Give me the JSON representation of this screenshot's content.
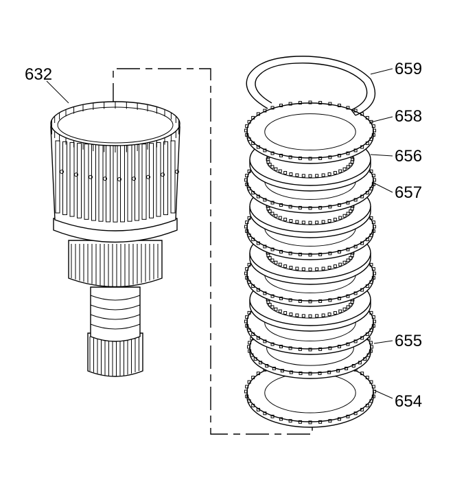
{
  "callouts": {
    "drum": "632",
    "snap_ring": "659",
    "backing_plate": "658",
    "fiber_plate": "656",
    "steel_plate": "657",
    "apply_plate": "655",
    "wave_plate": "654"
  },
  "colors": {
    "line": "#000000",
    "background": "#ffffff"
  }
}
